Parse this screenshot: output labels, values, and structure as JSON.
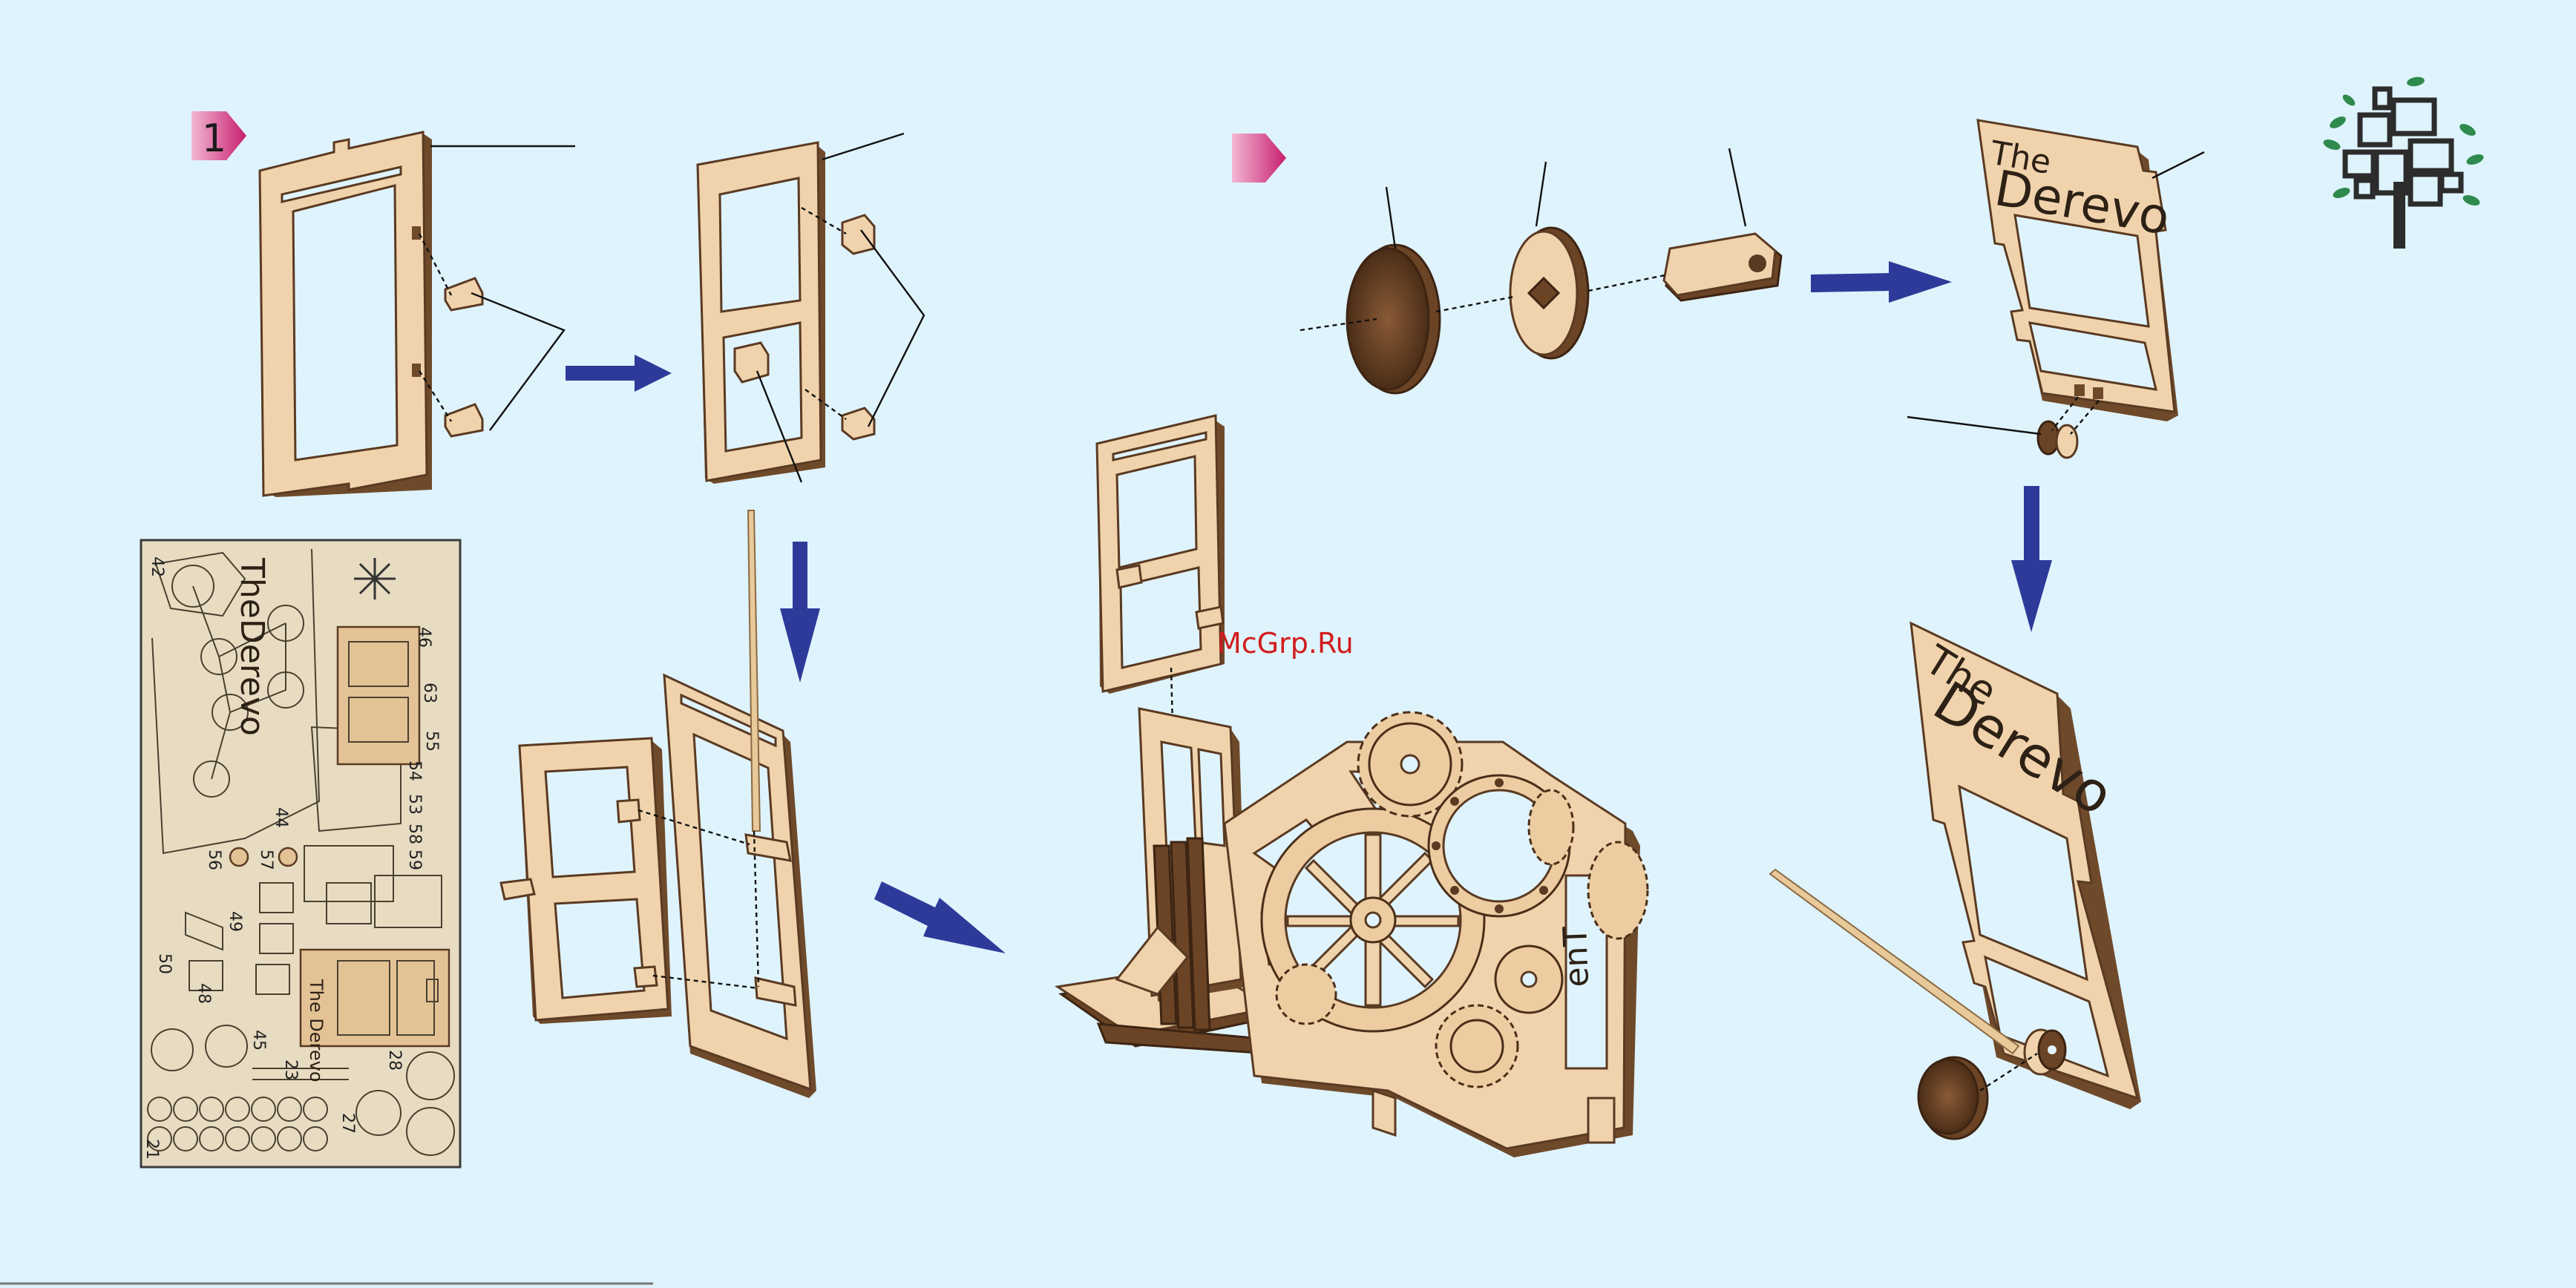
{
  "steps": {
    "step1_number": "1",
    "step2_number": ""
  },
  "brand": {
    "sign_line1": "The",
    "sign_line2": "Derevo",
    "sheet_brand": "TheDerevo",
    "sheet_sign": "The Derevo",
    "model_label": "enT"
  },
  "watermark": "McGrp.Ru",
  "sheet_numbers": [
    "42",
    "46",
    "63",
    "55",
    "54",
    "53",
    "58",
    "59",
    "44",
    "56",
    "57",
    "49",
    "50",
    "48",
    "45",
    "23",
    "28",
    "27",
    "21"
  ],
  "colors": {
    "background": "#dff3fc",
    "wood_face": "#f0d3ac",
    "wood_edge": "#6b4426",
    "arrow": "#2e3a9a",
    "step_badge": "#c71e6e",
    "watermark": "#d01c1c"
  },
  "icons": {
    "logo": "tree-logo-icon",
    "step_badge": "pink-pentagon-icon",
    "arrow": "blue-arrow-icon"
  }
}
